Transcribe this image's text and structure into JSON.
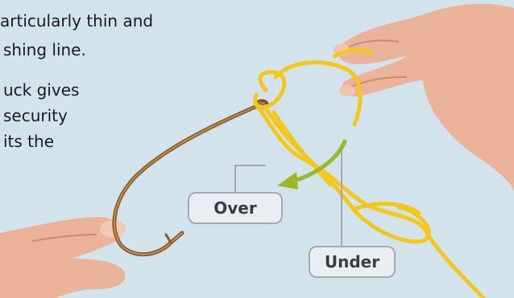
{
  "body_text": {
    "line1": "articularly thin and",
    "line2": "shing line.",
    "line3": "uck gives",
    "line4": "security",
    "line5": "its the"
  },
  "labels": {
    "over": "Over",
    "under": "Under"
  },
  "colors": {
    "background": "#d3e3ec",
    "line": "#f2c81c",
    "hook": "#8a5a2a",
    "arrow": "#9ab827",
    "callout_border": "#a5a9ac"
  }
}
